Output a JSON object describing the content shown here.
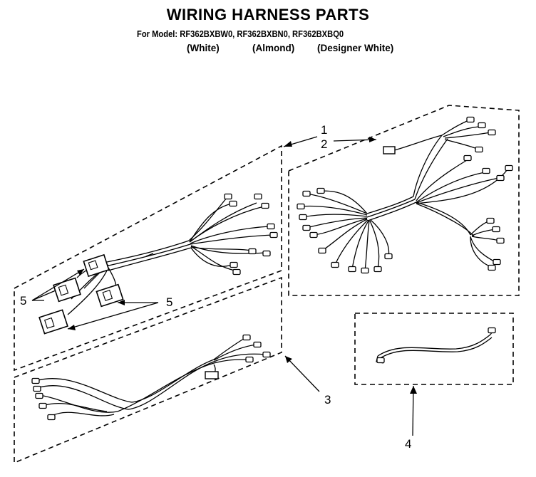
{
  "header": {
    "title": "WIRING HARNESS PARTS",
    "model_line": "For Model: RF362BXBW0, RF362BXBN0, RF362BXBQ0",
    "variants": [
      "(White)",
      "(Almond)",
      "(Designer White)"
    ]
  },
  "callouts": {
    "c1": "1",
    "c2": "2",
    "c3": "3",
    "c4": "4",
    "c5a": "5",
    "c5b": "5"
  }
}
